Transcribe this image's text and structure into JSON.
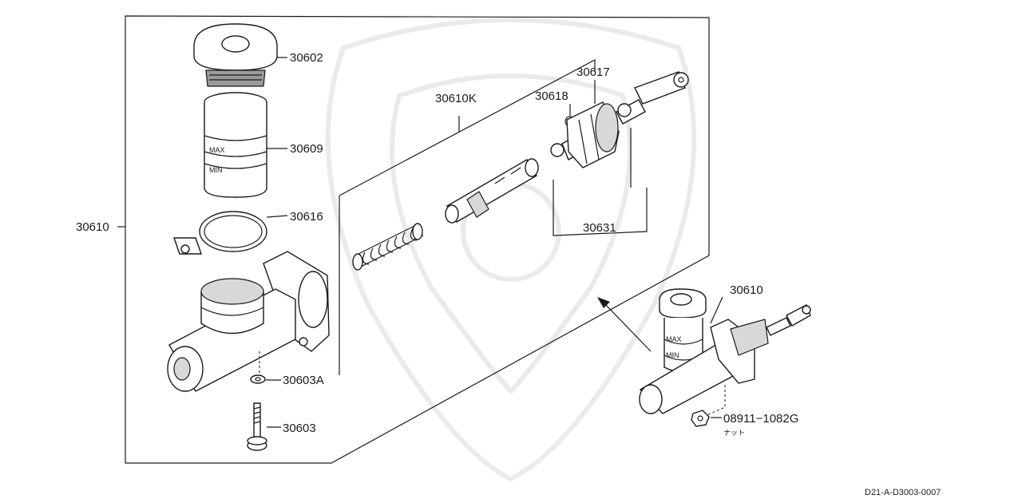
{
  "diagram": {
    "labels": {
      "assembly_main": "30610",
      "cap": "30602",
      "reservoir": "30609",
      "band": "30616",
      "piston_kit": "30610K",
      "boot_kit": "30617",
      "stopper": "30618",
      "push_rod_kit": "30631",
      "washer": "30603A",
      "bolt": "30603",
      "assembly_inset": "30610",
      "nut": "08911−1082G",
      "nut_note": "ナット",
      "doc_code": "D21-A-D3003-0007"
    },
    "reservoir_markings": {
      "max": "MAX",
      "min": "MIN"
    },
    "inset_reservoir_markings": {
      "max": "MAX",
      "min": "MIN"
    }
  }
}
